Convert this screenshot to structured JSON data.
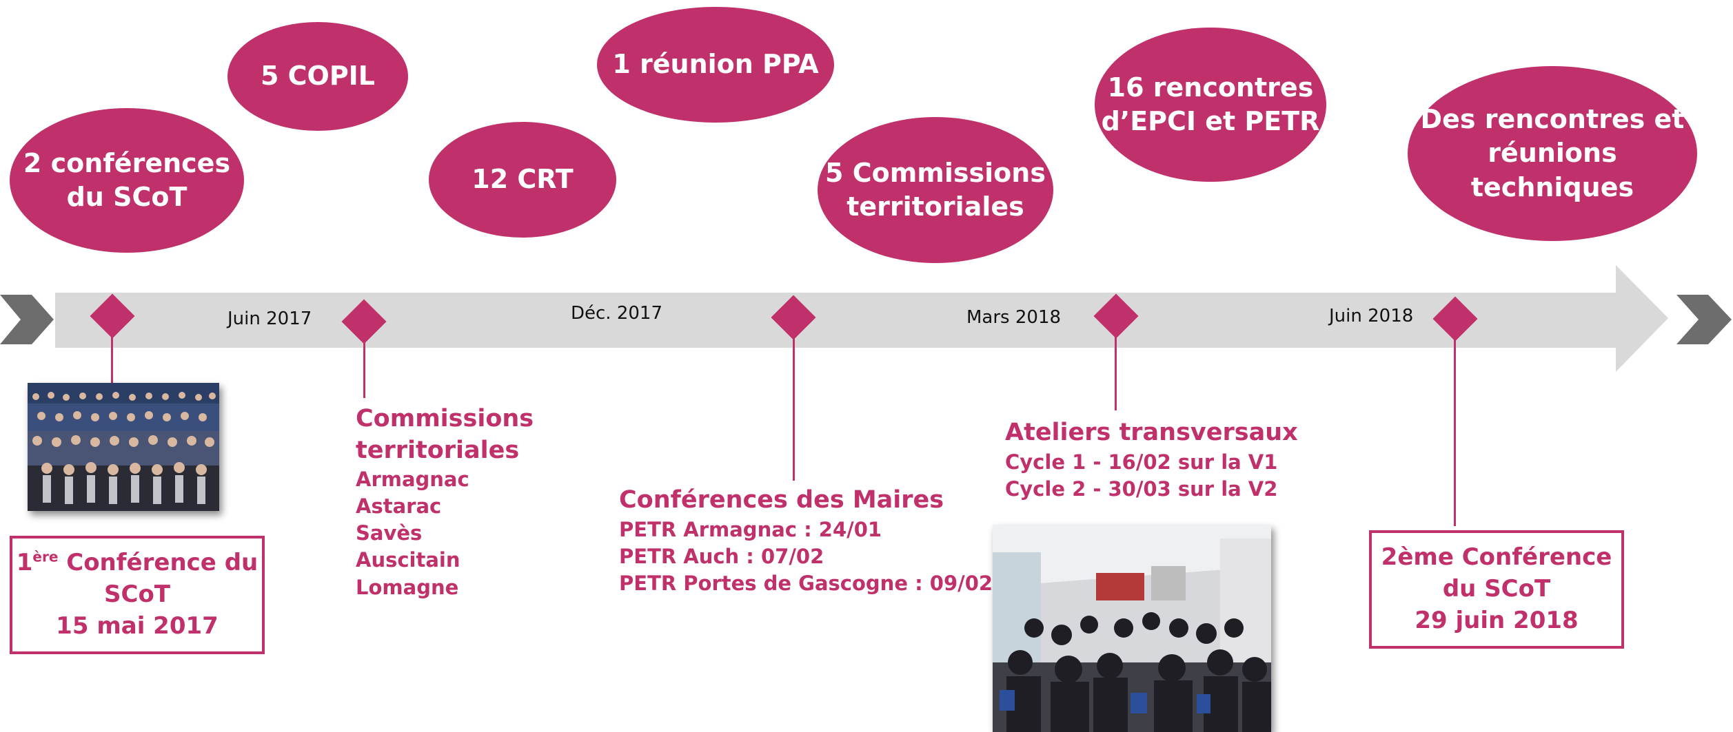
{
  "colors": {
    "accent": "#c0306a",
    "bar": "#d9d9d9",
    "chevron": "#6d6d6d"
  },
  "bubbles": [
    {
      "id": "b1",
      "text": "2 conférences\ndu SCoT"
    },
    {
      "id": "b2",
      "text": "5 COPIL"
    },
    {
      "id": "b3",
      "text": "12 CRT"
    },
    {
      "id": "b4",
      "text": "1 réunion PPA"
    },
    {
      "id": "b5",
      "text": "5 Commissions\nterritoriales"
    },
    {
      "id": "b6",
      "text": "16 rencontres\nd’EPCI et PETR"
    },
    {
      "id": "b7",
      "text": "Des rencontres et\nréunions\ntechniques"
    }
  ],
  "timeline": {
    "dates": [
      "Juin 2017",
      "Déc. 2017",
      "Mars 2018",
      "Juin 2018"
    ]
  },
  "events": {
    "conf1": {
      "sup": "ère",
      "line1_prefix": "1",
      "line1_rest": " Conférence du",
      "line2": "SCoT",
      "line3": "15 mai 2017"
    },
    "commissions": {
      "title": "Commissions\nterritoriales",
      "items": [
        "Armagnac",
        "Astarac",
        "Savès",
        "Auscitain",
        "Lomagne"
      ]
    },
    "maires": {
      "title": "Conférences des Maires",
      "items": [
        "PETR Armagnac : 24/01",
        "PETR Auch : 07/02",
        "PETR Portes de Gascogne : 09/02"
      ]
    },
    "ateliers": {
      "title": "Ateliers transversaux",
      "items": [
        "Cycle 1 - 16/02 sur la V1",
        "Cycle 2 - 30/03 sur la V2"
      ]
    },
    "conf2": {
      "line1": "2ème Conférence",
      "line2": "du SCoT",
      "line3": "29 juin 2018"
    }
  }
}
